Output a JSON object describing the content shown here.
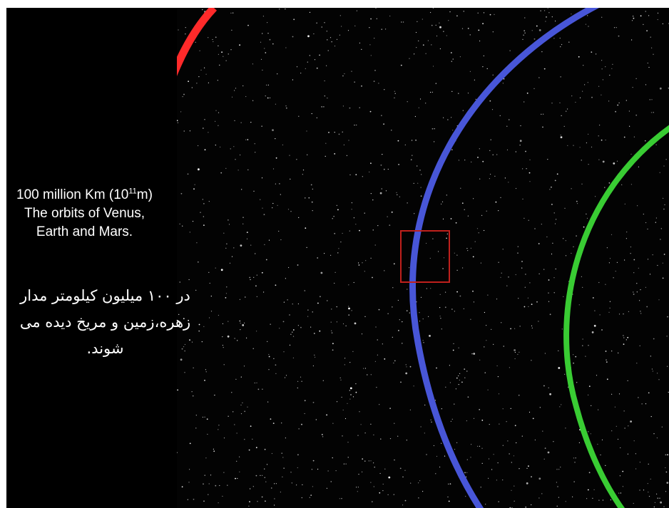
{
  "caption": {
    "english_prefix": "100 million Km (10",
    "english_exponent": "11",
    "english_suffix": "m) The orbits of Venus, Earth and Mars.",
    "persian": "در ۱۰۰ میلیون کیلومتر مدار زهره،زمین و مریخ دیده می شوند."
  },
  "colors": {
    "venus_orbit": "#ff2a2a",
    "earth_orbit": "#4856d8",
    "mars_orbit": "#39cc33",
    "zoom_box": "#c0201c",
    "background": "#000000"
  }
}
